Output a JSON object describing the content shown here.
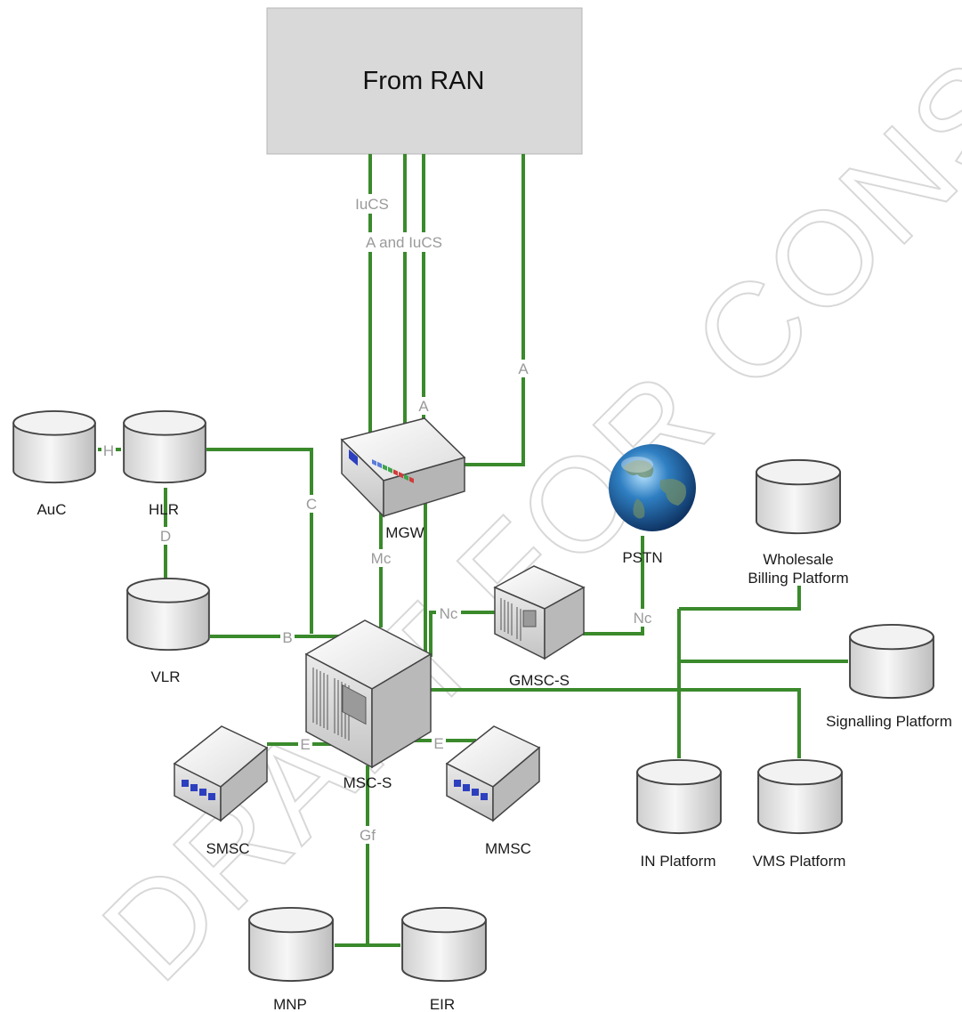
{
  "title_box": "From RAN",
  "watermark": "DRAFT FOR CONSULTATION",
  "nodes": {
    "auc": "AuC",
    "hlr": "HLR",
    "vlr": "VLR",
    "mgw": "MGW",
    "msc": "MSC-S",
    "gmsc": "GMSC-S",
    "pstn": "PSTN",
    "smsc": "SMSC",
    "mmsc": "MMSC",
    "mnp": "MNP",
    "eir": "EIR",
    "wholesale_1": "Wholesale",
    "wholesale_2": "Billing Platform",
    "signalling": "Signalling Platform",
    "in_platform": "IN Platform",
    "vms": "VMS Platform"
  },
  "interfaces": {
    "iucs": "IuCS",
    "a_iucs": "A and IuCS",
    "a1": "A",
    "a2": "A",
    "h": "H",
    "c": "C",
    "d": "D",
    "mc": "Mc",
    "nc1": "Nc",
    "nc2": "Nc",
    "b": "B",
    "e1": "E",
    "e2": "E",
    "gf": "Gf"
  },
  "colors": {
    "link": "#3a8a2c",
    "ran_box": "#d9d9d9",
    "db_fill": "#eeeeee",
    "label": "#1a1a1a",
    "interface_label": "#9a9a9a"
  }
}
